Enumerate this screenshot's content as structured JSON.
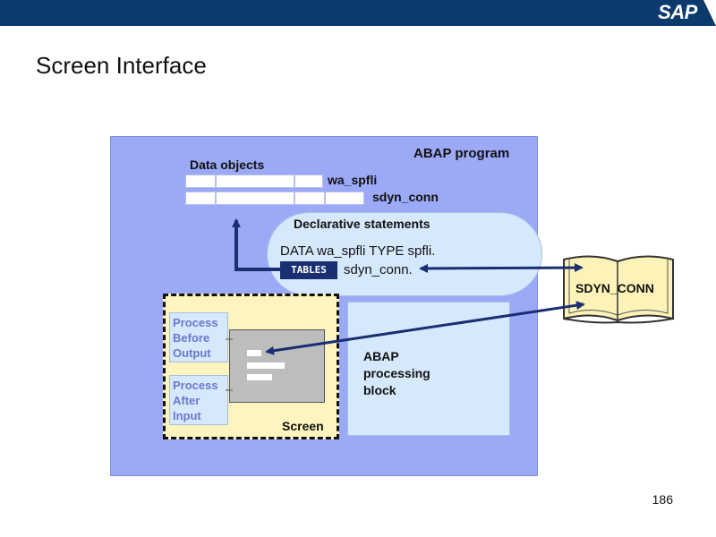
{
  "header": {
    "logo_text": "SAP",
    "bar_color": "#0c3a6c"
  },
  "slide": {
    "title": "Screen Interface",
    "page_number": "186"
  },
  "diagram": {
    "program_label": "ABAP program",
    "data_objects_label": "Data objects",
    "wa_spfli_label": "wa_spfli",
    "sdyn_conn_label": "sdyn_conn",
    "declarative_title": "Declarative statements",
    "data_statement": "DATA wa_spfli TYPE spfli.",
    "tables_keyword": "TABLES",
    "tables_object": "sdyn_conn.",
    "dictionary_label": "SDYN_CONN",
    "pbo": [
      "Process",
      "Before",
      "Output"
    ],
    "pai": [
      "Process",
      "After",
      "Input"
    ],
    "screen_label": "Screen",
    "processing_block": [
      "ABAP",
      "processing",
      "block"
    ]
  },
  "colors": {
    "program_bg": "#9ca9f6",
    "bubble_bg": "#d6e8fb",
    "screen_bg": "#fdf4c0",
    "arrow_color": "#1a2f72",
    "book_bg": "#fdf3b8"
  }
}
